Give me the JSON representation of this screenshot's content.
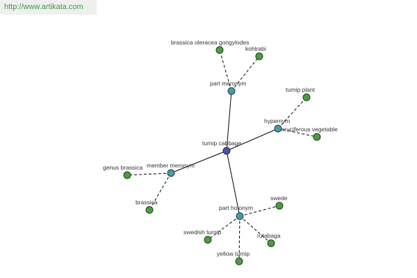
{
  "header": {
    "url": "http://www.artikata.com"
  },
  "colors": {
    "center_node": "#4b55a4",
    "relation_node": "#4a9aa5",
    "leaf_node": "#4f9a47",
    "link_text": "#3f9a3f"
  },
  "graph": {
    "center": "turnip cabbage",
    "relations": [
      {
        "id": "part-meronym",
        "label": "part meronym",
        "children": [
          "brassica oleracea gongylodes",
          "kohlrabi"
        ]
      },
      {
        "id": "hypernym",
        "label": "hypernym",
        "children": [
          "turnip plant",
          "cruciferous vegetable"
        ]
      },
      {
        "id": "member-meronym",
        "label": "member meronym",
        "children": [
          "genus brassica",
          "brassica"
        ]
      },
      {
        "id": "part-holonym",
        "label": "part holonym",
        "children": [
          "swede",
          "swedish turnip",
          "rutabaga",
          "yellow turnip"
        ]
      }
    ]
  }
}
